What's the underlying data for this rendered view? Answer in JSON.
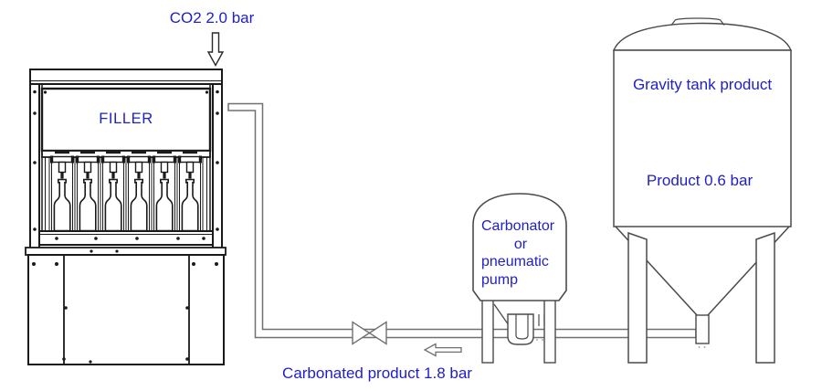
{
  "labels": {
    "co2_supply": "CO2 2.0 bar",
    "filler": "FILLER",
    "carbonator_lines": [
      "Carbonator",
      "or",
      "pneumatic",
      "pump"
    ],
    "gravity_tank": "Gravity tank product",
    "gravity_tank_pressure": "Product 0.6 bar",
    "carbonated_product": "Carbonated product 1.8 bar"
  },
  "icons": {
    "co2_arrow": "down-arrow",
    "flow_arrow": "left-arrow",
    "pipe_valve": "bowtie-valve"
  },
  "equipment": {
    "bottle_count": 6
  },
  "colors": {
    "label_blue": "#2020c8",
    "machine_line": "#1a1a1a",
    "vessel_line": "#4a4a4a",
    "pipe_line": "#707070",
    "background": "#ffffff"
  }
}
